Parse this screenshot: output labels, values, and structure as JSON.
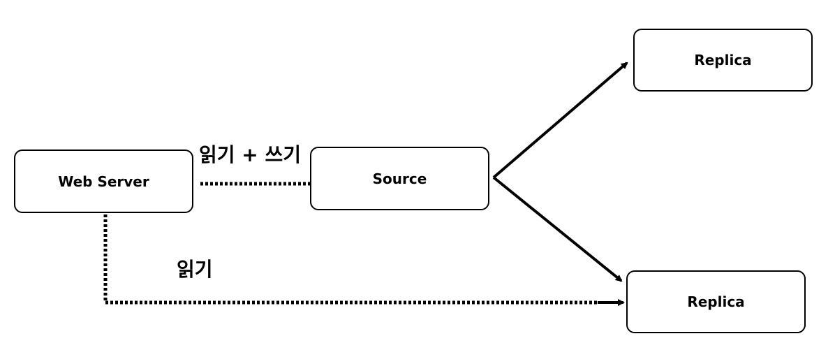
{
  "nodes": {
    "web_server": "Web Server",
    "source": "Source",
    "replica_top": "Replica",
    "replica_bottom": "Replica"
  },
  "edges": {
    "web_to_source_label": "읽기 + 쓰기",
    "web_to_replica_label": "읽기"
  },
  "colors": {
    "stroke": "#000000",
    "background": "#ffffff"
  }
}
